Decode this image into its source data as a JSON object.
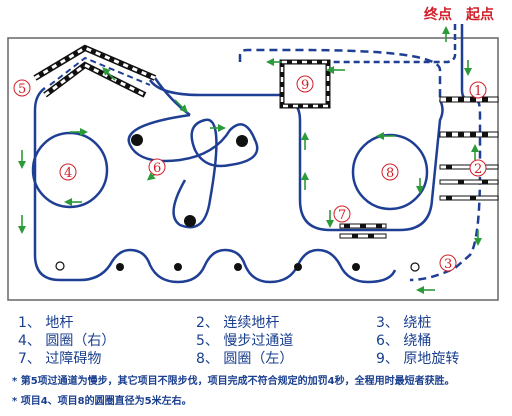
{
  "labels": {
    "end": "终点",
    "start": "起点"
  },
  "stations": {
    "s1": "1",
    "s2": "2",
    "s3": "3",
    "s4": "4",
    "s5": "5",
    "s6": "6",
    "s7": "7",
    "s8": "8",
    "s9": "9"
  },
  "legend": [
    "1、 地杆",
    "2、 连续地杆",
    "3、 绕桩",
    "4、 圆圈（右）",
    "5、 慢步过通道",
    "6、 绕桶",
    "7、 过障碍物",
    "8、 圆圈（左）",
    "9、 原地旋转"
  ],
  "notes": [
    "* 第5项过通道为慢步，其它项目不限步伐，项目完成不符合规定的加罚4秒，全程用时最短者获胜。",
    "* 项目4、项目8的圆圈直径为5米左右。"
  ],
  "colors": {
    "track": "#1f3f94",
    "arrow": "#2a9a3a",
    "label": "#d0202a"
  }
}
